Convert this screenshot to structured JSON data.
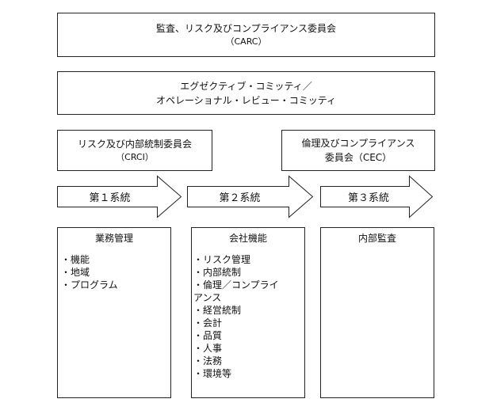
{
  "carc": {
    "line1": "監査、リスク及びコンプライアンス委員会",
    "line2": "（CARC）"
  },
  "executive": {
    "line1": "エグゼクティブ・コミッティ／",
    "line2": "オペレーショナル・レビュー・コミッティ"
  },
  "crci": {
    "line1": "リスク及び内部統制委員会",
    "line2": "（CRCI）"
  },
  "cec": {
    "line1": "倫理及びコンプライアンス",
    "line2": "委員会（CEC）"
  },
  "lines": [
    {
      "label": "第１系統"
    },
    {
      "label": "第２系統"
    },
    {
      "label": "第３系統"
    }
  ],
  "columns": [
    {
      "title": "業務管理",
      "items": [
        "・機能",
        "・地域",
        "・プログラム"
      ]
    },
    {
      "title": "会社機能",
      "items": [
        "・リスク管理",
        "・内部統制",
        "・倫理／コンプライ",
        "アンス",
        "・経営統制",
        "・会計",
        "・品質",
        "・人事",
        "・法務",
        "・環境等"
      ]
    },
    {
      "title": "内部監査",
      "items": []
    }
  ],
  "colors": {
    "border": "#222222",
    "background": "#ffffff",
    "text": "#111111"
  }
}
